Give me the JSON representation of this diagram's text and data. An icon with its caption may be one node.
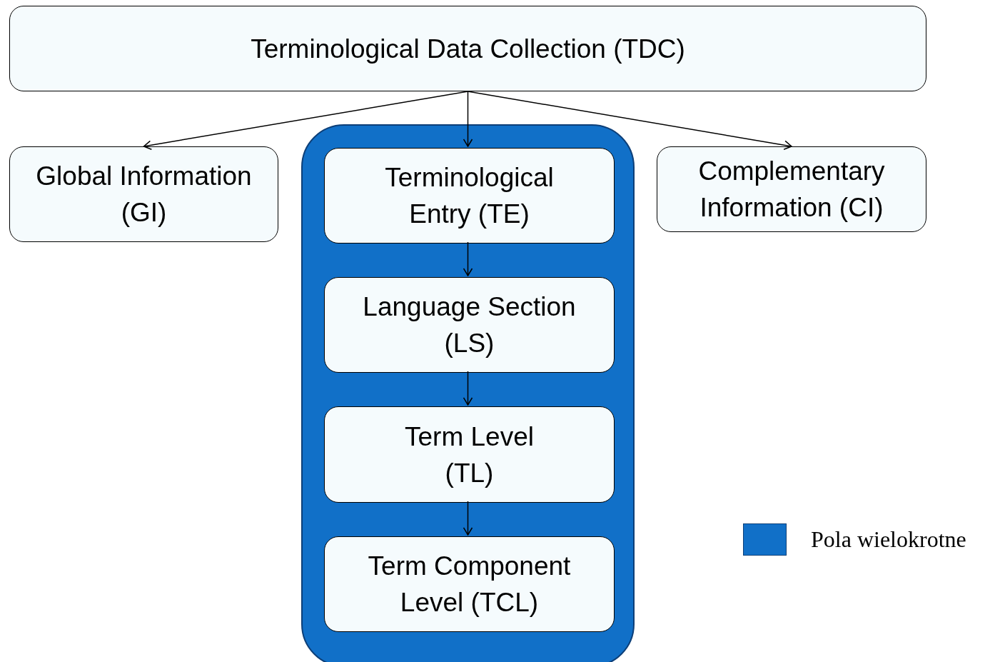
{
  "diagram": {
    "nodes": [
      {
        "text": [
          "Terminological Data Collection (TDC)"
        ]
      },
      {
        "text": [
          "Global Information (GI)"
        ]
      },
      {
        "text": [],
        "shape": "box"
      },
      {
        "text": [
          "Terminological Entry (TE)"
        ],
        "in": 2
      },
      {
        "text": [
          "Language Section (LS)"
        ],
        "in": 2
      },
      {
        "text": [
          "Term Level (TL)"
        ],
        "in": 2
      },
      {
        "text": [
          "Term Component Level (TCL)"
        ],
        "in": 2
      },
      {
        "text": [
          "Complementary Information (CI)"
        ]
      }
    ],
    "edges": [
      {
        "from": 0,
        "to": 1,
        "arrow": "to"
      },
      {
        "from": 0,
        "to": 3,
        "arrow": "to"
      },
      {
        "from": 0,
        "to": 7,
        "arrow": "to"
      },
      {
        "from": 3,
        "to": 4,
        "arrow": "to"
      },
      {
        "from": 4,
        "to": 5,
        "arrow": "to"
      },
      {
        "from": 5,
        "to": 6,
        "arrow": "to"
      }
    ],
    "legend": [
      {
        "text": "Pola wielokrotne",
        "color": "#1170c8"
      }
    ]
  }
}
